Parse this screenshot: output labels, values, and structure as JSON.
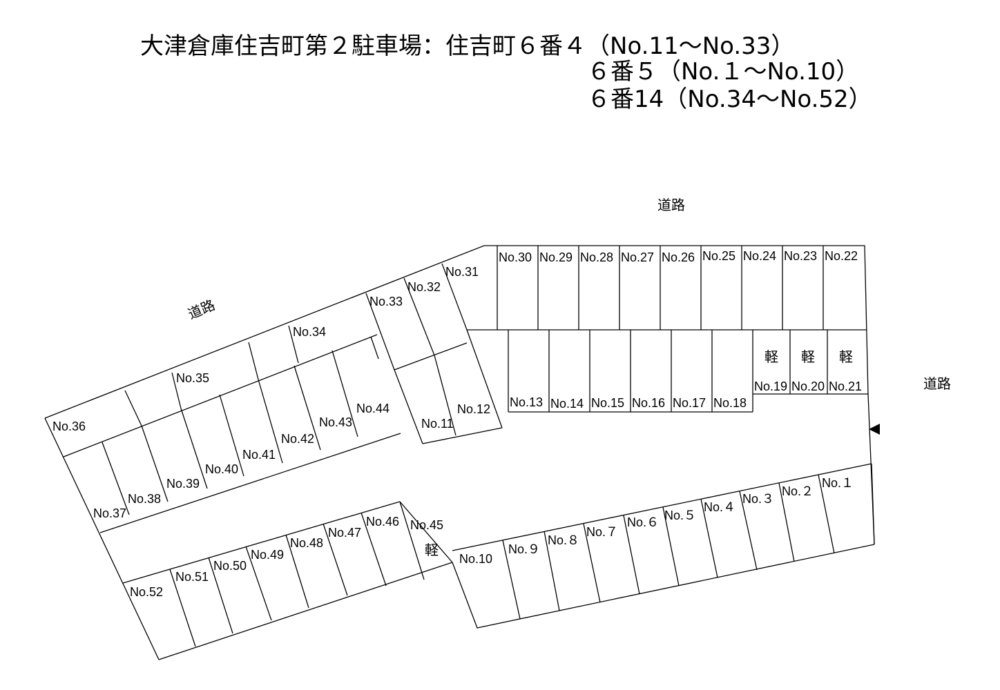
{
  "title": {
    "line1": "大津倉庫住吉町第２駐車場：住吉町６番４（No.11～No.33）",
    "line2": "６番５（No.１～No.10）",
    "line3": "６番14（No.34～No.52）"
  },
  "roads": {
    "top": "道路",
    "left": "道路",
    "right": "道路"
  },
  "entrance_arrow_icon": "triangle-left-icon",
  "kei_label": "軽",
  "spaces": {
    "top_row": [
      "No.30",
      "No.29",
      "No.28",
      "No.27",
      "No.26",
      "No.25",
      "No.24",
      "No.23",
      "No.22"
    ],
    "upper_middle_row": [
      "No.13",
      "No.14",
      "No.15",
      "No.16",
      "No.17",
      "No.18"
    ],
    "kei_spaces": [
      "No.19",
      "No.20",
      "No.21"
    ],
    "diagonal_block": [
      "No.31",
      "No.32",
      "No.33",
      "No.11",
      "No.12"
    ],
    "upper_left_top": [
      "No.34",
      "No.35",
      "No.36"
    ],
    "upper_left_bottom": [
      "No.37",
      "No.38",
      "No.39",
      "No.40",
      "No.41",
      "No.42",
      "No.43",
      "No.44"
    ],
    "lower_left_row": [
      "No.52",
      "No.51",
      "No.50",
      "No.49",
      "No.48",
      "No.47",
      "No.46",
      "No.45"
    ],
    "lower_right_row": [
      "No.10",
      "No.９",
      "No.８",
      "No.７",
      "No.６",
      "No.５",
      "No.４",
      "No.３",
      "No.２",
      "No.１"
    ]
  }
}
